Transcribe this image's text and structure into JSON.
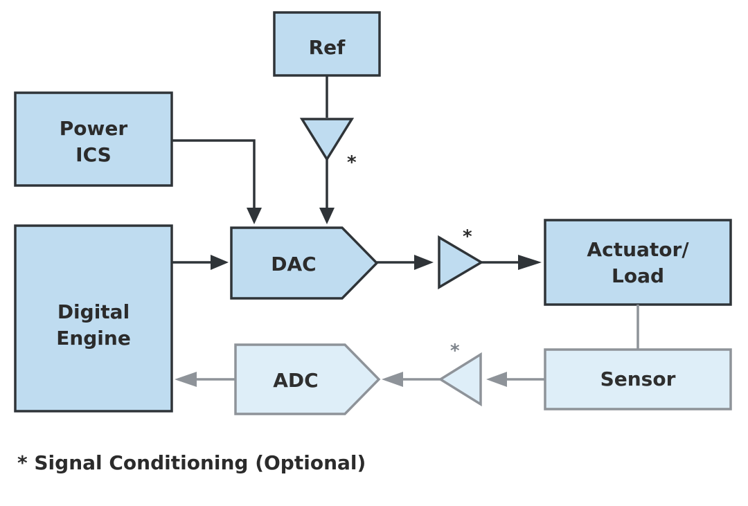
{
  "diagram": {
    "blocks": {
      "ref": {
        "label": "Ref"
      },
      "power": {
        "label_line1": "Power",
        "label_line2": "ICS"
      },
      "digital": {
        "label_line1": "Digital",
        "label_line2": "Engine"
      },
      "dac": {
        "label": "DAC"
      },
      "actuator": {
        "label_line1": "Actuator/",
        "label_line2": "Load"
      },
      "sensor": {
        "label": "Sensor"
      },
      "adc": {
        "label": "ADC"
      }
    },
    "markers": {
      "ref_amp": "*",
      "dac_amp": "*",
      "sensor_amp": "*"
    },
    "footnote": "* Signal Conditioning (Optional)",
    "colors": {
      "dark_fill": "#bfdcf0",
      "light_fill": "#deeef8",
      "dark_stroke": "#2f3438",
      "light_stroke": "#8e9399",
      "text": "#2b2b2b"
    }
  }
}
